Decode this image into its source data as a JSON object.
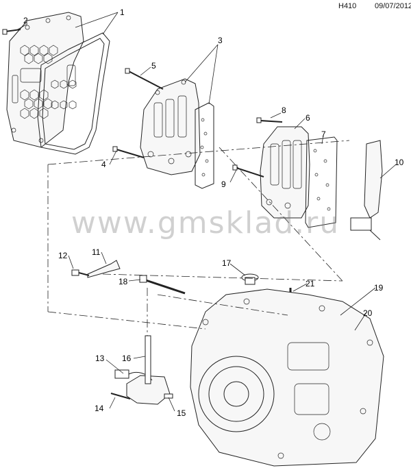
{
  "header": {
    "code": "H410",
    "date": "09/07/2012"
  },
  "watermark": "www.gmsklad.ru",
  "callouts": [
    "1",
    "2",
    "3",
    "4",
    "5",
    "6",
    "7",
    "8",
    "9",
    "10",
    "11",
    "12",
    "13",
    "14",
    "15",
    "16",
    "17",
    "18",
    "19",
    "20",
    "21"
  ],
  "colors": {
    "line": "#222222",
    "part_fill": "#f7f7f7",
    "dark": "#333333",
    "watermark": "#bdbdbd"
  }
}
